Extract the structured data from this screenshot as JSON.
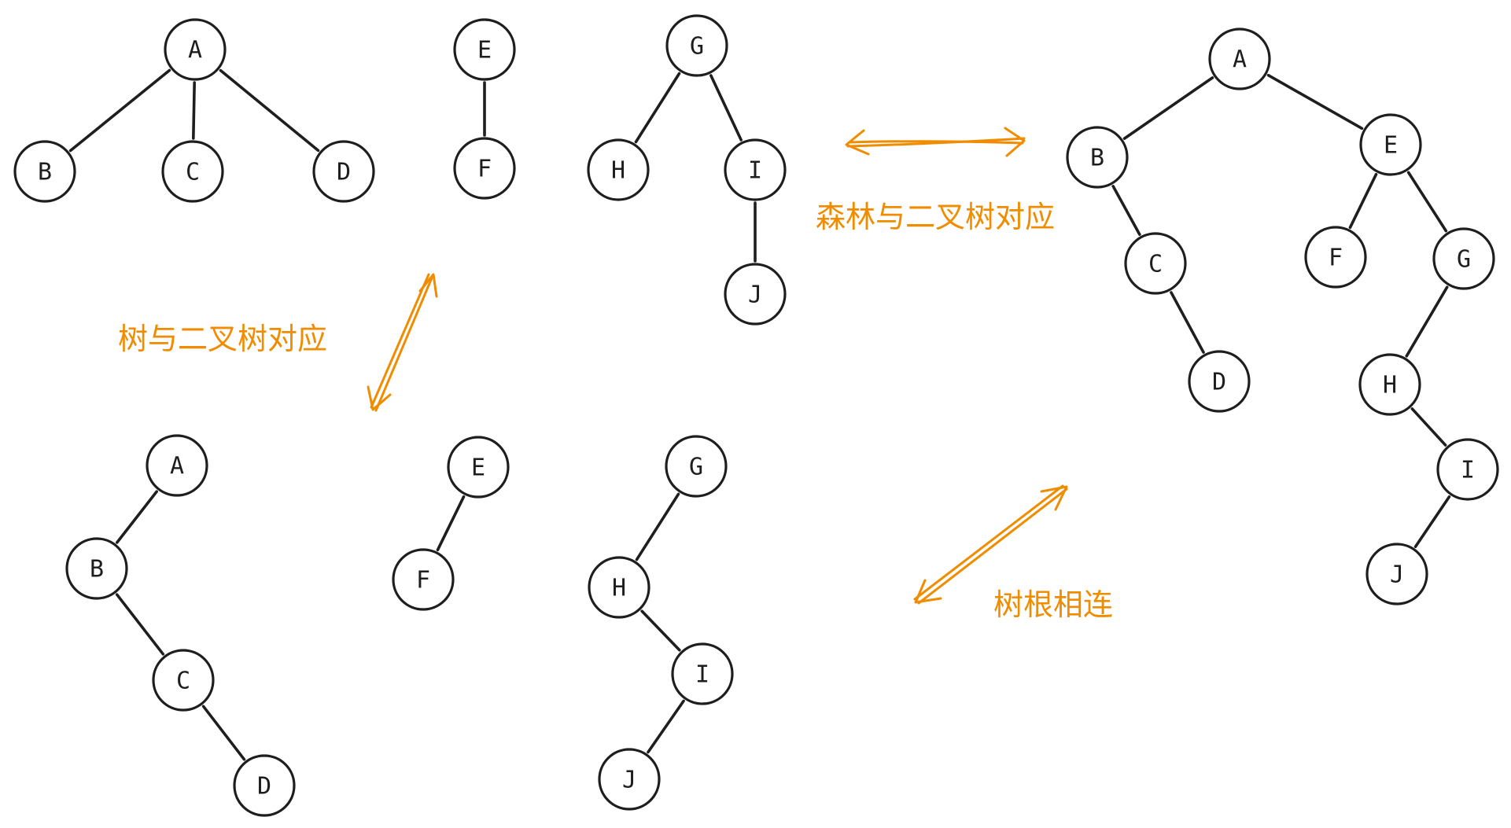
{
  "colors": {
    "ink": "#1e1e1e",
    "accent": "#f08c00",
    "background": "#ffffff"
  },
  "captions": {
    "forest_to_binary": "森林与二叉树对应",
    "tree_to_binary": "树与二叉树对应",
    "link_roots": "树根相连"
  },
  "nodes": {
    "forest_A": "A",
    "forest_B": "B",
    "forest_C": "C",
    "forest_D": "D",
    "forest_E": "E",
    "forest_F": "F",
    "forest_G": "G",
    "forest_H": "H",
    "forest_I": "I",
    "forest_J": "J",
    "bin1_A": "A",
    "bin1_B": "B",
    "bin1_C": "C",
    "bin1_D": "D",
    "bin2_E": "E",
    "bin2_F": "F",
    "bin3_G": "G",
    "bin3_H": "H",
    "bin3_I": "I",
    "bin3_J": "J",
    "merged_A": "A",
    "merged_B": "B",
    "merged_C": "C",
    "merged_D": "D",
    "merged_E": "E",
    "merged_F": "F",
    "merged_G": "G",
    "merged_H": "H",
    "merged_I": "I",
    "merged_J": "J"
  },
  "edges": [
    [
      "forest_A",
      "forest_B"
    ],
    [
      "forest_A",
      "forest_C"
    ],
    [
      "forest_A",
      "forest_D"
    ],
    [
      "forest_E",
      "forest_F"
    ],
    [
      "forest_G",
      "forest_H"
    ],
    [
      "forest_G",
      "forest_I"
    ],
    [
      "forest_I",
      "forest_J"
    ],
    [
      "bin1_A",
      "bin1_B"
    ],
    [
      "bin1_B",
      "bin1_C"
    ],
    [
      "bin1_C",
      "bin1_D"
    ],
    [
      "bin2_E",
      "bin2_F"
    ],
    [
      "bin3_G",
      "bin3_H"
    ],
    [
      "bin3_H",
      "bin3_I"
    ],
    [
      "bin3_I",
      "bin3_J"
    ],
    [
      "merged_A",
      "merged_B"
    ],
    [
      "merged_A",
      "merged_E"
    ],
    [
      "merged_B",
      "merged_C"
    ],
    [
      "merged_C",
      "merged_D"
    ],
    [
      "merged_E",
      "merged_F"
    ],
    [
      "merged_E",
      "merged_G"
    ],
    [
      "merged_G",
      "merged_H"
    ],
    [
      "merged_H",
      "merged_I"
    ],
    [
      "merged_I",
      "merged_J"
    ]
  ]
}
